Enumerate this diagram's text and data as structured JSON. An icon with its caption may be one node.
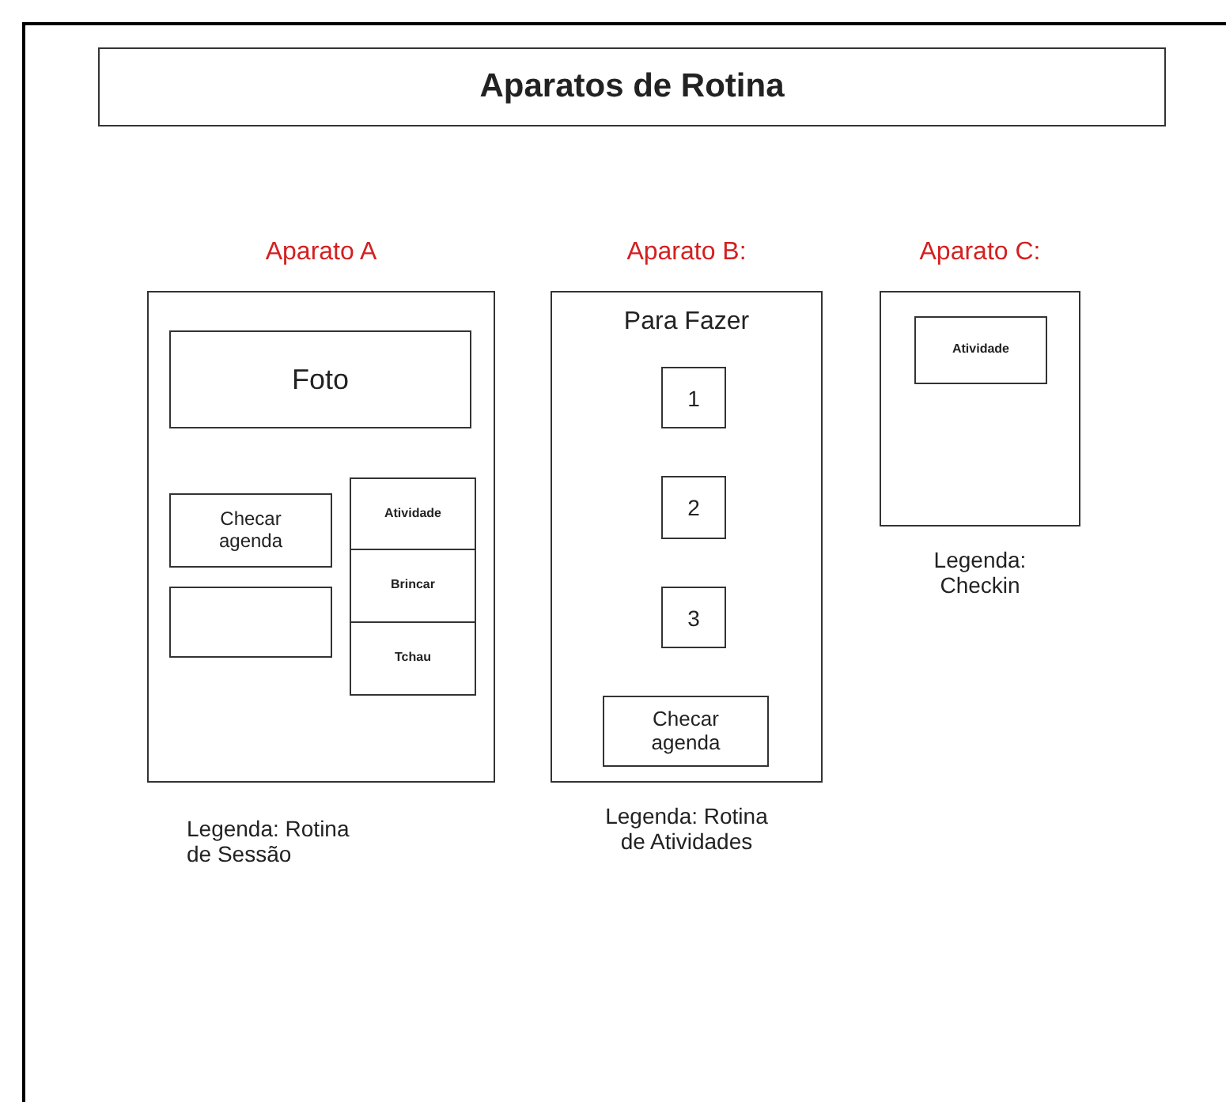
{
  "diagram": {
    "nodes": [
      {
        "text": [
          "Aparatos de Rotina"
        ]
      },
      {
        "text": [
          "Aparato A"
        ],
        "beside": [
          "Legenda: Rotina de Sessão"
        ]
      },
      {
        "text": [
          "Foto"
        ],
        "in": 1
      },
      {
        "text": [
          "Checar agenda"
        ],
        "in": 1
      },
      {
        "text": [],
        "shape": "box",
        "in": 1
      },
      {
        "text": [
          "Atividade"
        ],
        "in": 1
      },
      {
        "text": [
          "Brincar"
        ],
        "in": 1
      },
      {
        "text": [
          "Tchau"
        ],
        "in": 1
      },
      {
        "text": [
          "Aparato B:",
          "Para Fazer"
        ],
        "beside": [
          "Legenda: Rotina de Atividades"
        ]
      },
      {
        "text": [
          "1"
        ],
        "in": 8
      },
      {
        "text": [
          "2"
        ],
        "in": 8
      },
      {
        "text": [
          "3"
        ],
        "in": 8
      },
      {
        "text": [
          "Checar agenda"
        ],
        "in": 8
      },
      {
        "text": [
          "Aparato C:"
        ],
        "beside": [
          "Legenda: Checkin"
        ]
      },
      {
        "text": [
          "Atividade"
        ],
        "in": 13
      }
    ]
  }
}
